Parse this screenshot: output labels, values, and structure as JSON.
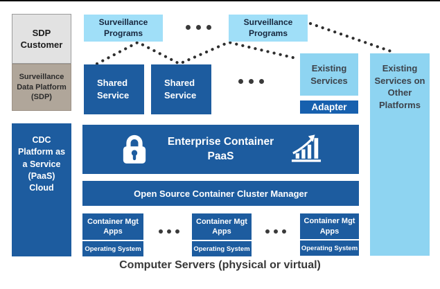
{
  "colors": {
    "dark_blue": "#1d5c9f",
    "adapter_blue": "#1760ae",
    "program_light_blue": "#a0dff8",
    "services_light_blue": "#8ed4f1",
    "customer_gray": "#e2e2e2",
    "platform_tan": "#b0a69a",
    "connector_dots": "#2e2e2e",
    "navy_text": "#16263d",
    "dark_text": "#3d434b"
  },
  "icons": {
    "lock": "lock-icon",
    "growth_chart": "growth-chart-icon",
    "ellipsis": "ellipsis-icon",
    "dotted_connector": "dotted-line"
  },
  "left_column": {
    "sdp_customer": "SDP\nCustomer",
    "sdp_platform": "Surveillance\nData Platform\n(SDP)",
    "cdc_cloud": "CDC\nPlatform as\na Service\n(PaaS)\nCloud"
  },
  "top_row": {
    "program_1": "Surveillance\nPrograms",
    "program_2": "Surveillance\nPrograms"
  },
  "services_row": {
    "shared_1": "Shared\nService",
    "shared_2": "Shared\nService",
    "existing": "Existing\nServices",
    "adapter": "Adapter",
    "existing_other": "Existing\nServices on\nOther\nPlatforms"
  },
  "paas": {
    "enterprise": "Enterprise Container\nPaaS",
    "cluster_manager": "Open Source Container Cluster Manager"
  },
  "servers": {
    "nodes": [
      {
        "apps": "Container Mgt\nApps",
        "os": "Operating System"
      },
      {
        "apps": "Container Mgt\nApps",
        "os": "Operating System"
      },
      {
        "apps": "Container Mgt\nApps",
        "os": "Operating System"
      }
    ],
    "caption": "Computer Servers (physical or virtual)"
  }
}
